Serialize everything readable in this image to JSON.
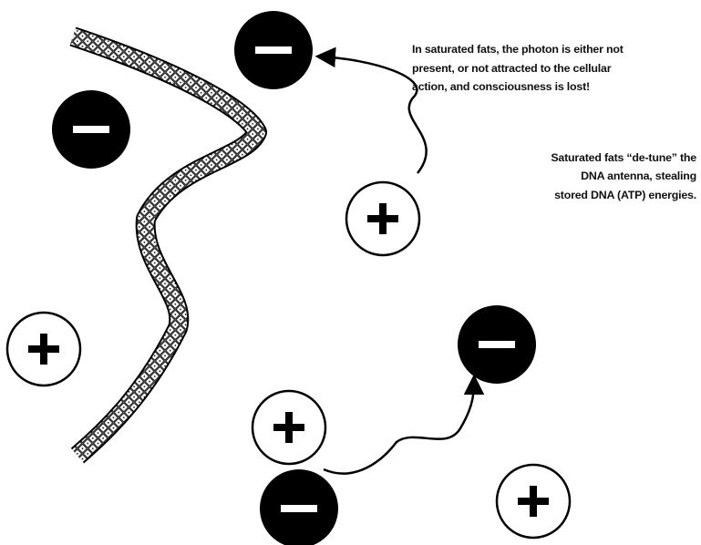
{
  "caption_top": {
    "lines": [
      "In saturated fats, the photon is either not",
      "present, or not attracted to the cellular",
      "action, and consciousness is lost!"
    ]
  },
  "caption_right": {
    "lines": [
      "Saturated fats “de-tune” the",
      "DNA antenna, stealing",
      "stored DNA (ATP) energies."
    ]
  },
  "colors": {
    "negative_fill": "#000000",
    "positive_fill": "#ffffff",
    "stroke": "#000000",
    "text": "#111111"
  },
  "particles": {
    "negative_symbol": "minus",
    "positive_symbol": "plus"
  }
}
